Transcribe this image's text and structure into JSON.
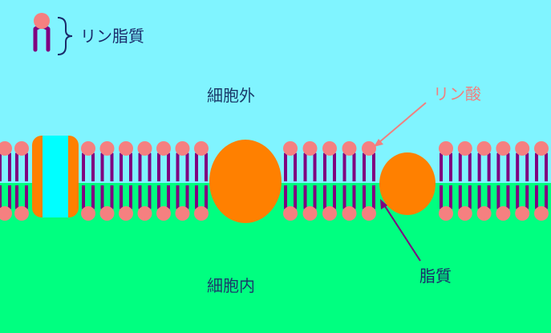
{
  "labels": {
    "legend": "リン脂質",
    "extracellular": "細胞外",
    "intracellular": "細胞内",
    "phosphate": "リン酸",
    "lipid": "脂質"
  },
  "colors": {
    "outside": "#80f4ff",
    "inside": "#00ff80",
    "head": "#f58080",
    "tail": "#800080",
    "protein": "#ff8000",
    "channel": "#00ffff",
    "arrow_phosphate": "#f08080",
    "arrow_lipid": "#800080"
  },
  "icons": [
    "phospholipid-icon",
    "curly-brace-icon"
  ]
}
